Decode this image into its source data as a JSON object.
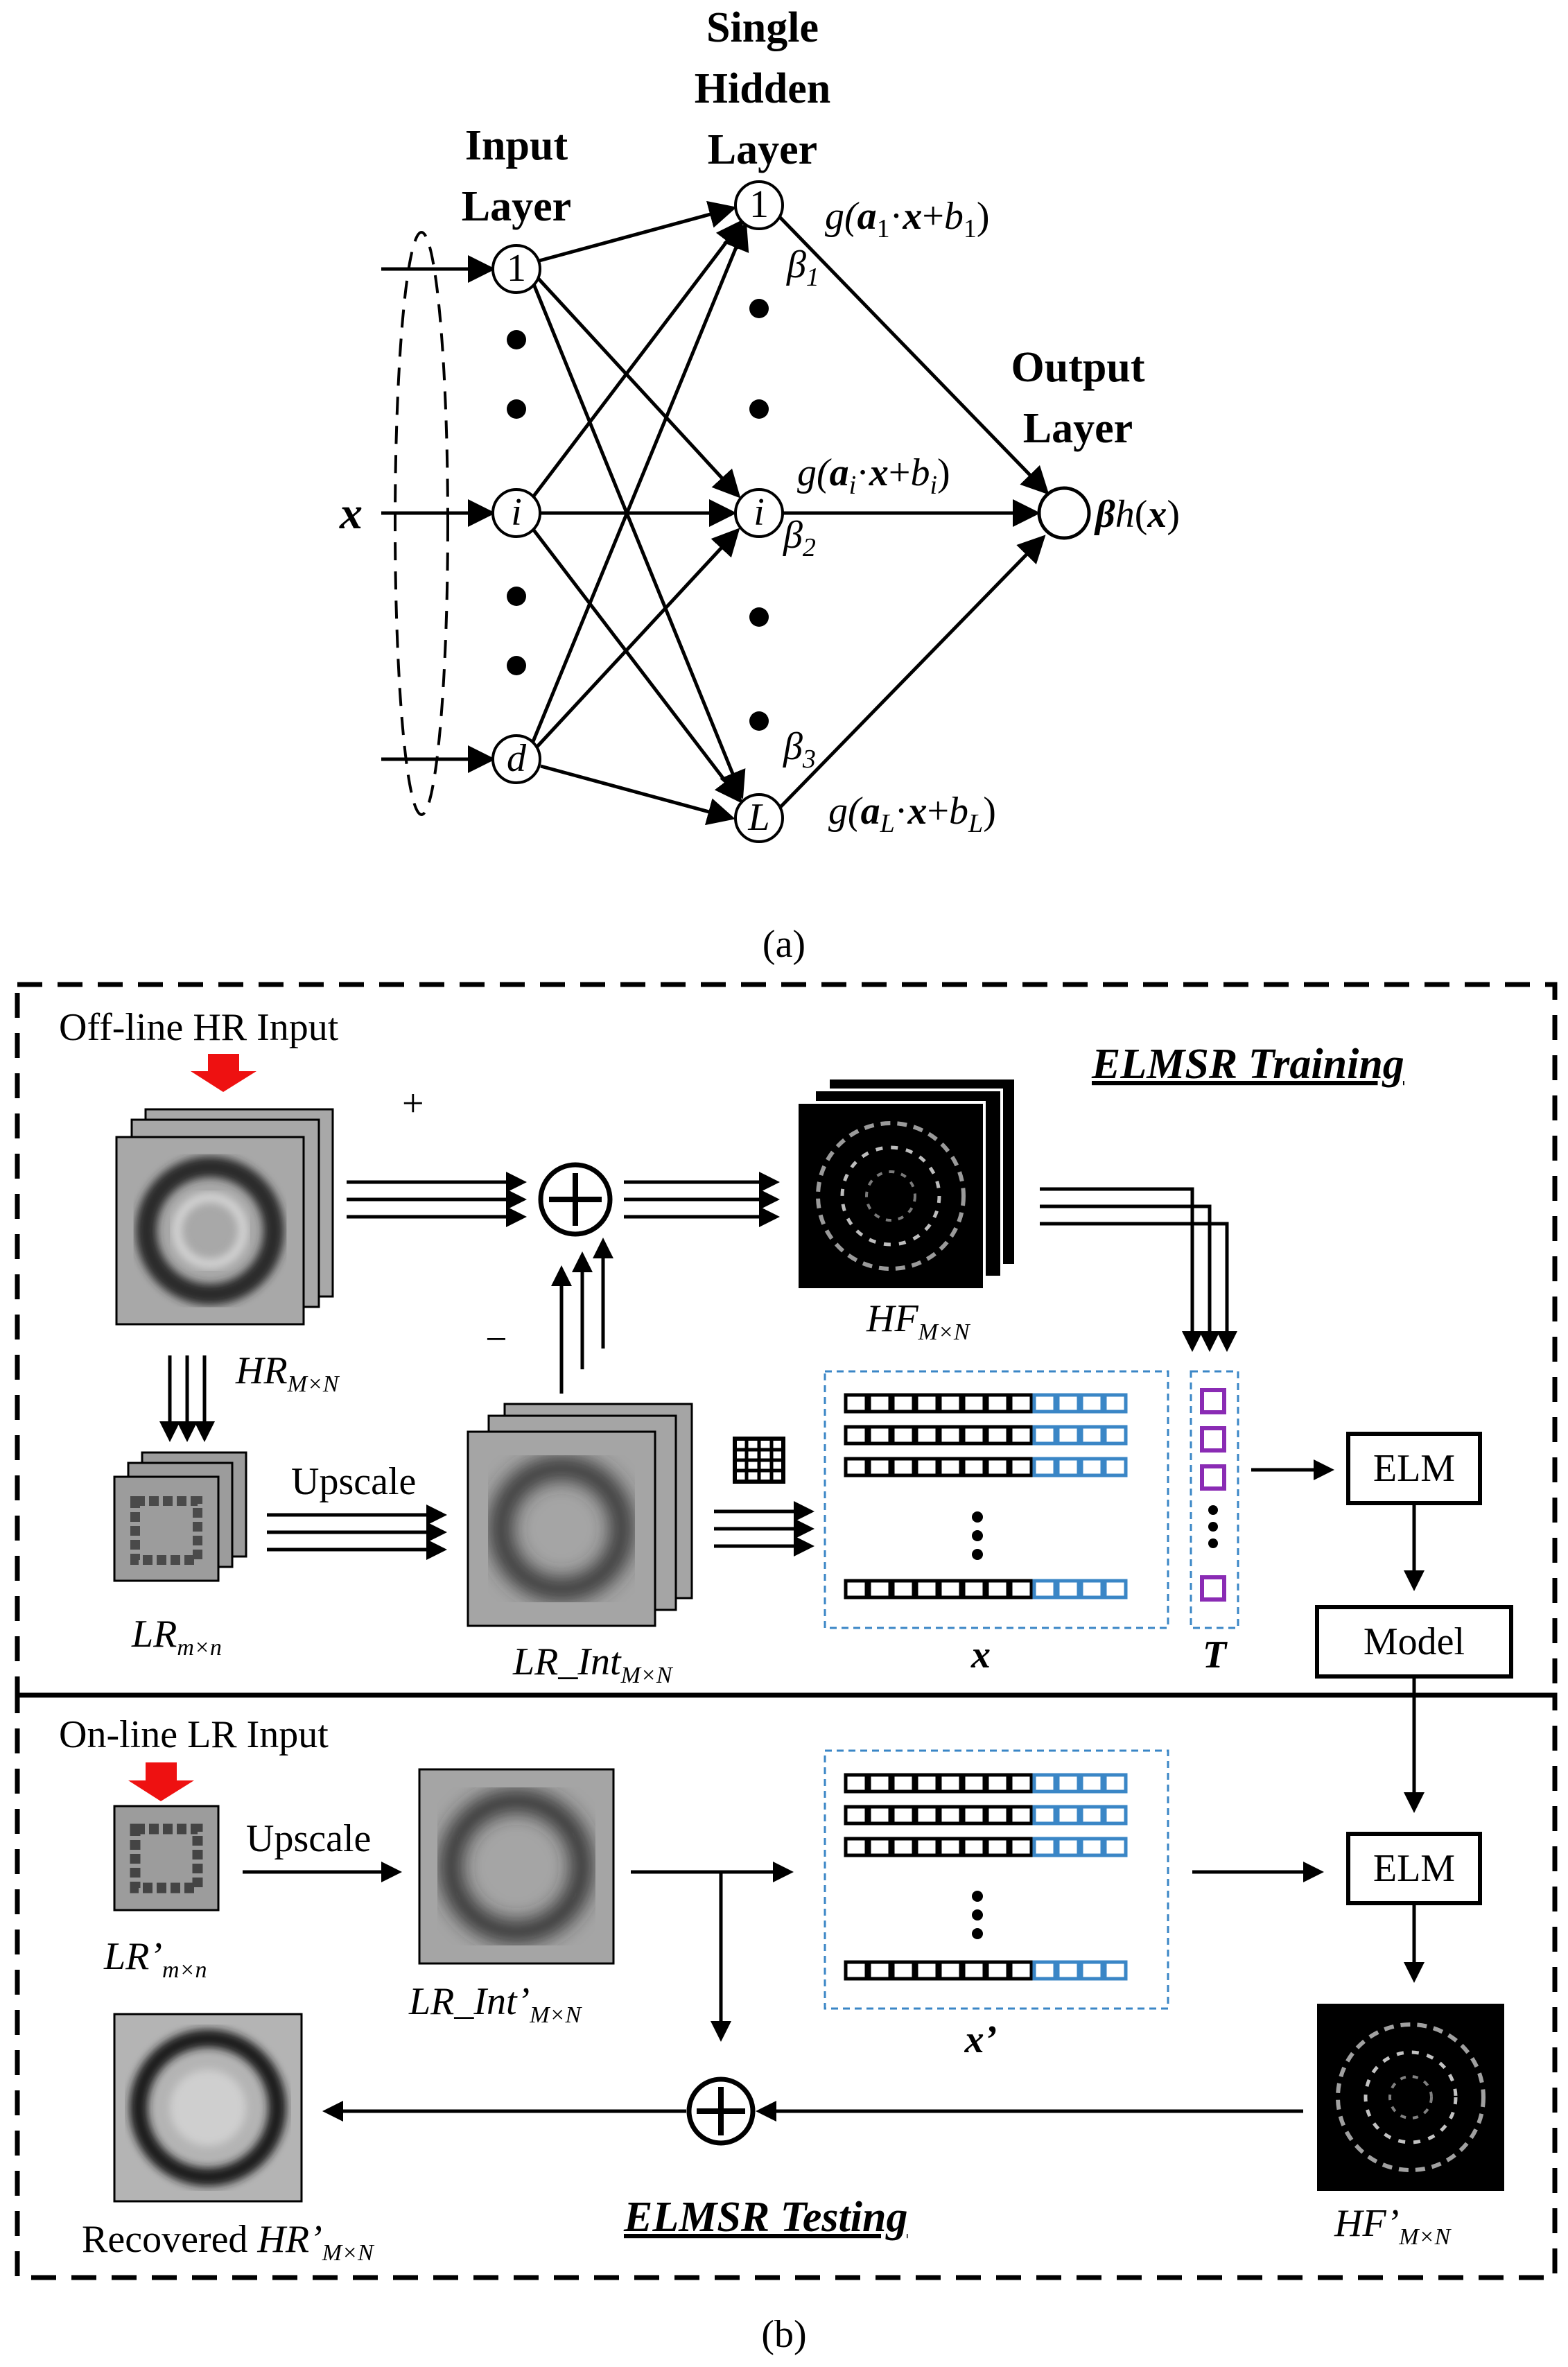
{
  "panel_a": {
    "caption": "(a)",
    "input_layer_label": [
      "Input",
      "Layer"
    ],
    "hidden_layer_label": [
      "Single",
      "Hidden",
      "Layer"
    ],
    "output_layer_label": [
      "Output",
      "Layer"
    ],
    "input_vector": "x",
    "input_nodes": [
      "1",
      "i",
      "d"
    ],
    "hidden_nodes": [
      "1",
      "i",
      "L"
    ],
    "hidden_functions": [
      {
        "pre": "g(",
        "a": "a",
        "sub": "1",
        "dot": "·",
        "x": "x",
        "plus": "+",
        "b": "b",
        "bsub": "1",
        "post": ")"
      },
      {
        "pre": "g(",
        "a": "a",
        "sub": "i",
        "dot": "·",
        "x": "x",
        "plus": "+",
        "b": "b",
        "bsub": "i",
        "post": ")"
      },
      {
        "pre": "g(",
        "a": "a",
        "sub": "L",
        "dot": "·",
        "x": "x",
        "plus": "+",
        "b": "b",
        "bsub": "L",
        "post": ")"
      }
    ],
    "betas": [
      {
        "sym": "β",
        "sub": "1"
      },
      {
        "sym": "β",
        "sub": "2"
      },
      {
        "sym": "β",
        "sub": "3"
      }
    ],
    "output_function": {
      "beta": "β",
      "h": "h",
      "lp": "(",
      "x": "x",
      "rp": ")"
    }
  },
  "panel_b": {
    "caption": "(b)",
    "training": {
      "title": "ELMSR Training",
      "input_label": "Off-line HR Input",
      "plus_sign": "+",
      "minus_sign": "−",
      "hr_label": {
        "main": "HR",
        "sub": "M×N"
      },
      "hf_label": {
        "main": "HF",
        "sub": "M×N"
      },
      "lr_label": {
        "main": "LR",
        "sub": "m×n"
      },
      "lrint_label": {
        "main": "LR_Int",
        "sub": "M×N"
      },
      "upscale": "Upscale",
      "x_label": "x",
      "t_label": "T",
      "elm": "ELM",
      "model": "Model"
    },
    "testing": {
      "title": "ELMSR Testing",
      "input_label": "On-line LR Input",
      "lr_label": {
        "main": "LR’",
        "sub": "m×n"
      },
      "lrint_label": {
        "main": "LR_Int’",
        "sub": "M×N"
      },
      "upscale": "Upscale",
      "x_label": "x’",
      "elm": "ELM",
      "hf_label": {
        "main": "HF’",
        "sub": "M×N"
      },
      "recovered_label": {
        "prefix": "Recovered ",
        "main": "HR’",
        "sub": "M×N"
      }
    }
  },
  "colors": {
    "feature_blue": "#3a86c6",
    "target_purple": "#8a2bb4",
    "arrow_red": "#ee1111",
    "patch_gray": "#9c9c9c"
  }
}
